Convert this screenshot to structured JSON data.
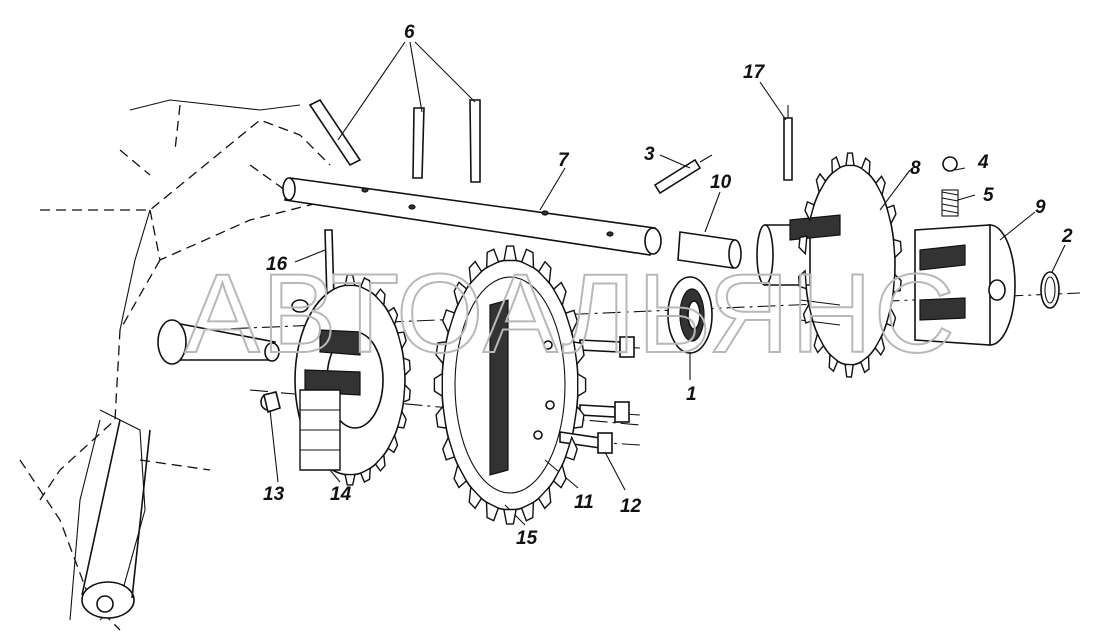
{
  "watermark": "АВТОАЛЬЯНС",
  "callouts": {
    "c1": "1",
    "c2": "2",
    "c3": "3",
    "c4": "4",
    "c5": "5",
    "c6": "6",
    "c7": "7",
    "c8": "8",
    "c9": "9",
    "c10": "10",
    "c11": "11",
    "c12": "12",
    "c13": "13",
    "c14": "14",
    "c15": "15",
    "c16": "16",
    "c17": "17"
  }
}
